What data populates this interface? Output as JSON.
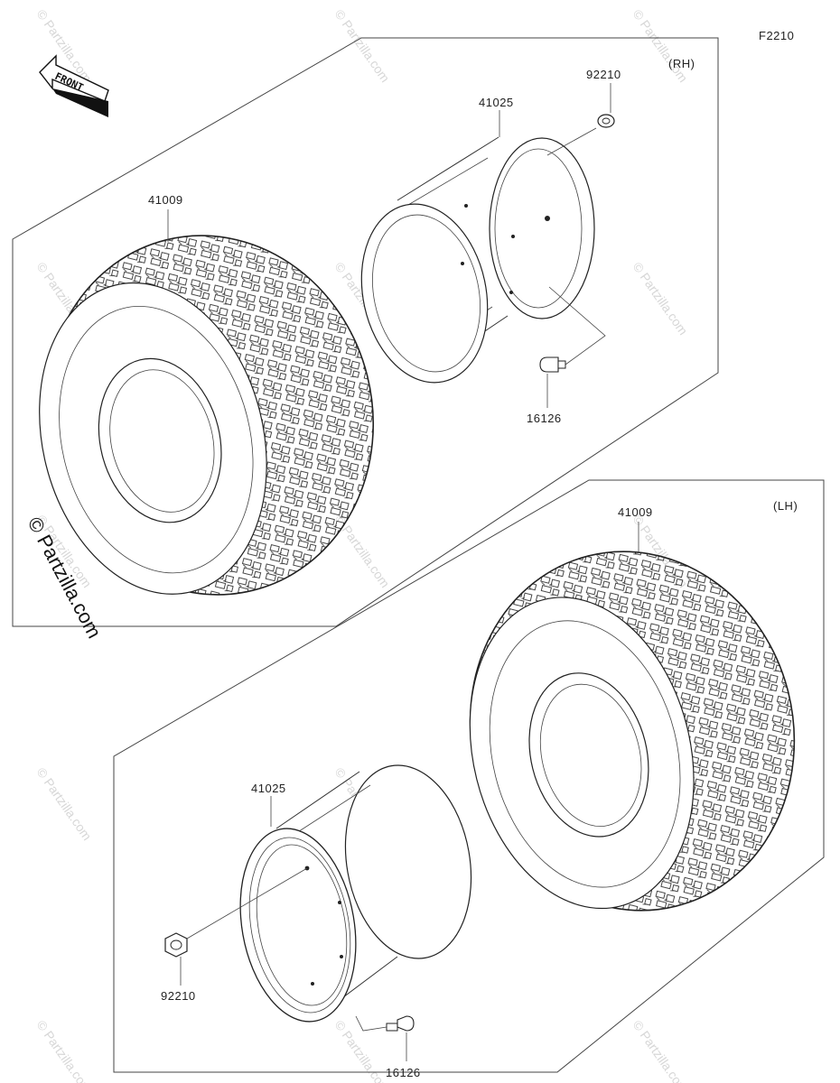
{
  "diagram_code": "F2210",
  "front_label": "FRONT",
  "copyright": "© Partzilla.com",
  "watermark": "© Partzilla.com",
  "rh": {
    "side_label": "(RH)",
    "tire_part": "41009",
    "wheel_part": "41025",
    "nut_part": "92210",
    "valve_part": "16126"
  },
  "lh": {
    "side_label": "(LH)",
    "tire_part": "41009",
    "wheel_part": "41025",
    "nut_part": "92210",
    "valve_part": "16126"
  }
}
